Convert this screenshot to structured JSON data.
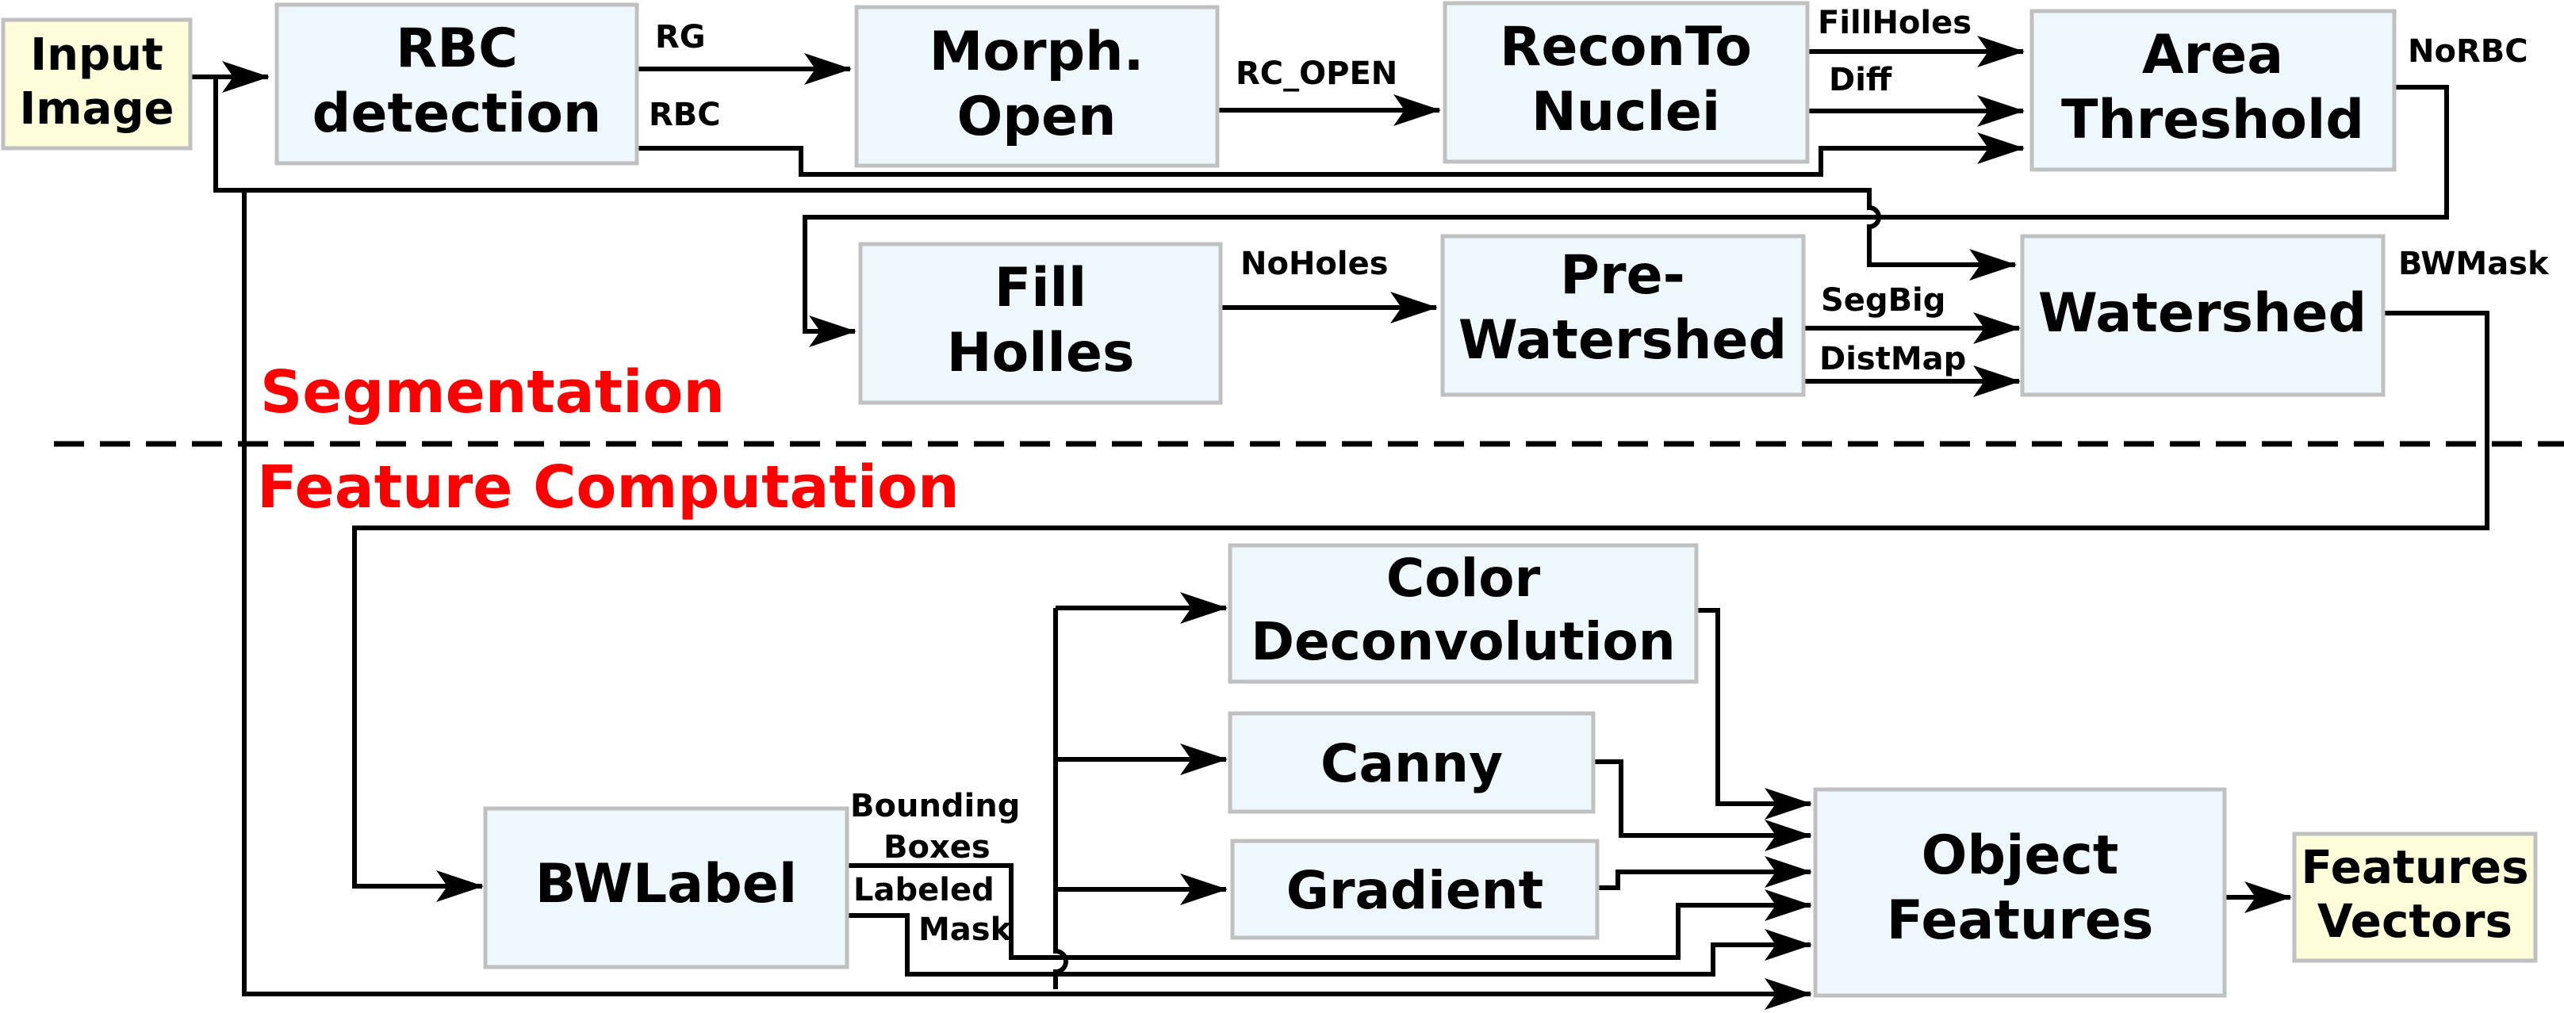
{
  "colors": {
    "process_fill": "#eef8fc",
    "io_fill": "#fdfdd9",
    "box_border": "#c0c0c0",
    "section_label": "#ff0000"
  },
  "sections": {
    "segmentation": "Segmentation",
    "feature_computation": "Feature Computation"
  },
  "nodes": {
    "input_image": [
      "Input",
      "Image"
    ],
    "rbc_detection": [
      "RBC",
      "detection"
    ],
    "morph_open": [
      "Morph.",
      "Open"
    ],
    "recon_to_nuclei": [
      "ReconTo",
      "Nuclei"
    ],
    "area_threshold": [
      "Area",
      "Threshold"
    ],
    "fill_holles": [
      "Fill",
      "Holles"
    ],
    "pre_watershed": [
      "Pre-",
      "Watershed"
    ],
    "watershed": [
      "Watershed"
    ],
    "color_deconvolution": [
      "Color",
      "Deconvolution"
    ],
    "canny": [
      "Canny"
    ],
    "gradient": [
      "Gradient"
    ],
    "bwlabel": [
      "BWLabel"
    ],
    "object_features": [
      "Object",
      "Features"
    ],
    "features_vectors": [
      "Features",
      "Vectors"
    ]
  },
  "edge_labels": {
    "rg": "RG",
    "rbc": "RBC",
    "rc_open": "RC_OPEN",
    "fillholes": "FillHoles",
    "diff": "Diff",
    "norbc": "NoRBC",
    "noholes": "NoHoles",
    "segbig": "SegBig",
    "distmap": "DistMap",
    "bwmask": "BWMask",
    "bounding_boxes": [
      "Bounding",
      "Boxes"
    ],
    "labeled_mask": [
      "Labeled",
      "Mask"
    ]
  }
}
